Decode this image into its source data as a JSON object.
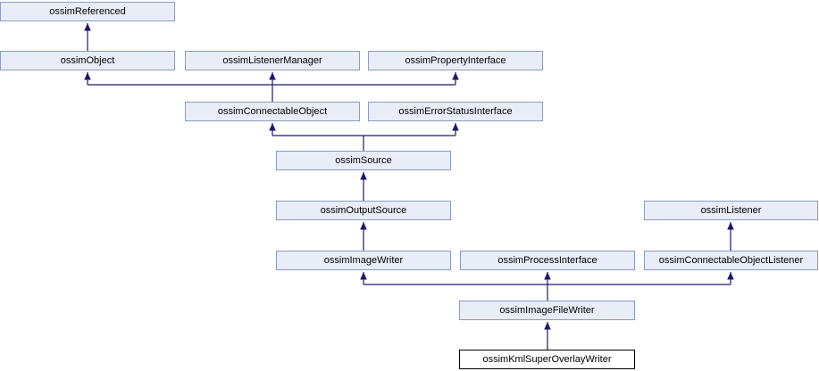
{
  "colors": {
    "node_fill": "#E8EDF7",
    "node_border": "#8A9BC5",
    "edge": "#191970",
    "current_node_fill": "#FFFFFF",
    "current_node_border": "#000000",
    "text": "#000000",
    "background": "#FFFFFF"
  },
  "diagram": {
    "type": "class-inheritance-graph",
    "nodes": [
      {
        "label": "ossimReferenced",
        "current": false
      },
      {
        "label": "ossimObject",
        "current": false
      },
      {
        "label": "ossimListenerManager",
        "current": false
      },
      {
        "label": "ossimPropertyInterface",
        "current": false
      },
      {
        "label": "ossimConnectableObject",
        "current": false
      },
      {
        "label": "ossimErrorStatusInterface",
        "current": false
      },
      {
        "label": "ossimSource",
        "current": false
      },
      {
        "label": "ossimOutputSource",
        "current": false
      },
      {
        "label": "ossimListener",
        "current": false
      },
      {
        "label": "ossimImageWriter",
        "current": false
      },
      {
        "label": "ossimProcessInterface",
        "current": false
      },
      {
        "label": "ossimConnectableObjectListener",
        "current": false
      },
      {
        "label": "ossimImageFileWriter",
        "current": false
      },
      {
        "label": "ossimKmlSuperOverlayWriter",
        "current": true
      }
    ],
    "edges": [
      {
        "from": "ossimObject",
        "to": [
          "ossimReferenced"
        ]
      },
      {
        "from": "ossimConnectableObject",
        "to": [
          "ossimObject",
          "ossimListenerManager",
          "ossimPropertyInterface"
        ]
      },
      {
        "from": "ossimSource",
        "to": [
          "ossimConnectableObject",
          "ossimErrorStatusInterface"
        ]
      },
      {
        "from": "ossimOutputSource",
        "to": [
          "ossimSource"
        ]
      },
      {
        "from": "ossimImageWriter",
        "to": [
          "ossimOutputSource"
        ]
      },
      {
        "from": "ossimConnectableObjectListener",
        "to": [
          "ossimListener"
        ]
      },
      {
        "from": "ossimImageFileWriter",
        "to": [
          "ossimImageWriter",
          "ossimProcessInterface",
          "ossimConnectableObjectListener"
        ]
      },
      {
        "from": "ossimKmlSuperOverlayWriter",
        "to": [
          "ossimImageFileWriter"
        ]
      }
    ]
  }
}
